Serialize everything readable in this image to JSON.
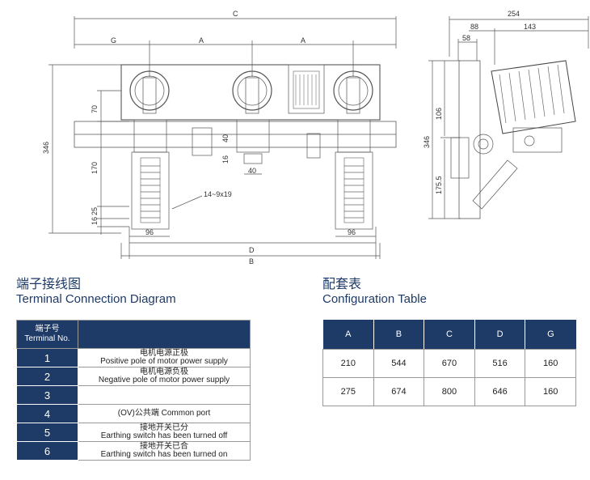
{
  "dims": {
    "C": "C",
    "G": "G",
    "A1": "A",
    "A2": "A",
    "D": "D",
    "B": "B",
    "h346": "346",
    "h70": "70",
    "h170": "170",
    "h40": "40",
    "h16a": "16",
    "w40": "40",
    "h16b": "16",
    "h25": "25",
    "w96a": "96",
    "w96b": "96",
    "hole": "14~9x19",
    "w254": "254",
    "w88": "88",
    "w143": "143",
    "w58": "58",
    "h106": "106",
    "h346r": "346",
    "h175": "175.5"
  },
  "terminal": {
    "title_zh": "端子接线图",
    "title_en": "Terminal Connection Diagram",
    "header_zh": "端子号",
    "header_en": "Terminal No.",
    "rows": [
      {
        "no": "1",
        "zh": "电机电源正极",
        "en": "Positive pole of motor power supply"
      },
      {
        "no": "2",
        "zh": "电机电源负极",
        "en": "Negative pole of motor power supply"
      },
      {
        "no": "3",
        "zh": "",
        "en": ""
      },
      {
        "no": "4",
        "zh": "",
        "en": "(OV)公共端 Common port"
      },
      {
        "no": "5",
        "zh": "接地开关已分",
        "en": "Earthing switch has been turned off"
      },
      {
        "no": "6",
        "zh": "接地开关已合",
        "en": "Earthing switch has been turned on"
      }
    ]
  },
  "config": {
    "title_zh": "配套表",
    "title_en": "Configuration Table",
    "headers": [
      "A",
      "B",
      "C",
      "D",
      "G"
    ],
    "rows": [
      [
        "210",
        "544",
        "670",
        "516",
        "160"
      ],
      [
        "275",
        "674",
        "800",
        "646",
        "160"
      ]
    ]
  },
  "colors": {
    "accent": "#1e3a66"
  }
}
